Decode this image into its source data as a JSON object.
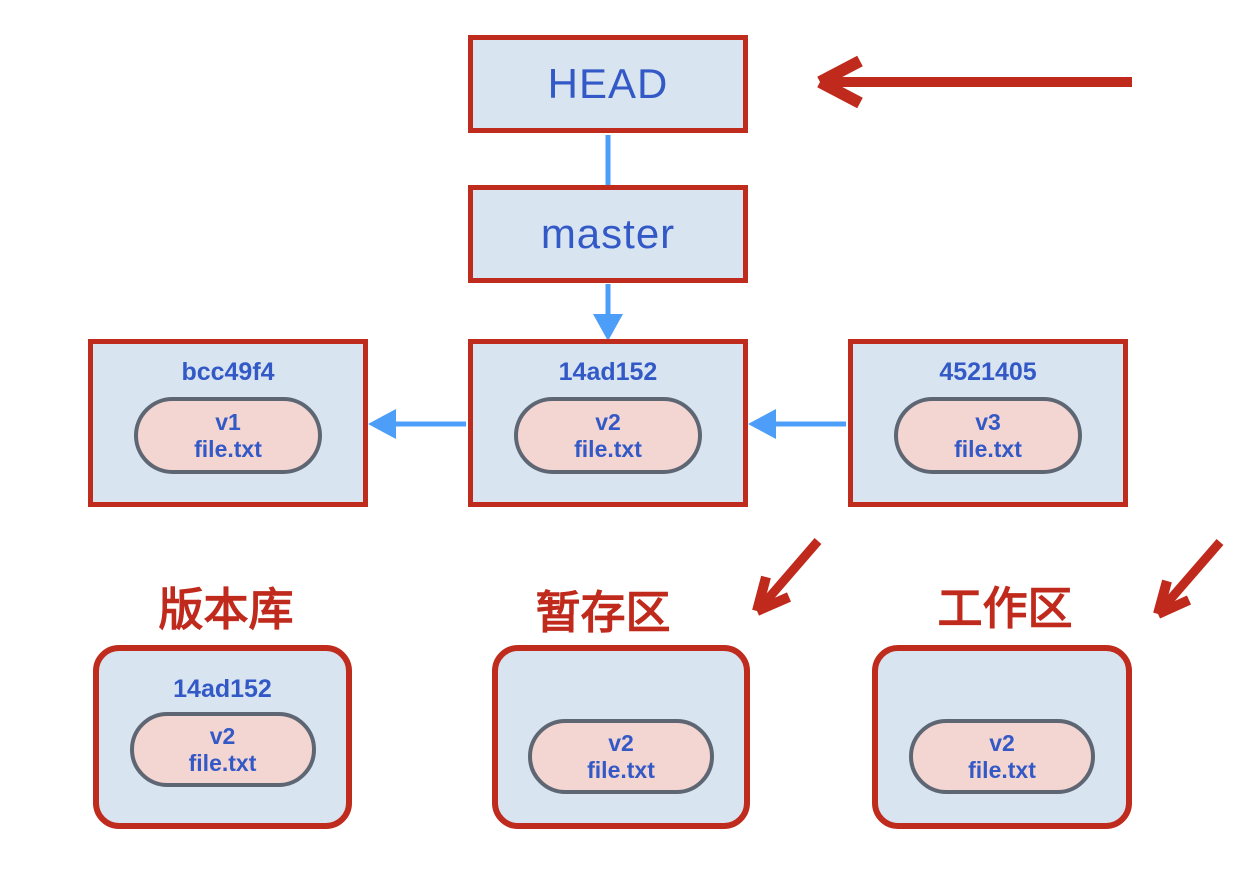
{
  "colors": {
    "box_fill": "#d9e4f1",
    "box_border": "#bf2b1d",
    "pill_fill": "#f3d5d1",
    "pill_border": "#5e6673",
    "text_blue": "#3359c7",
    "arrow_blue": "#4d9ef8",
    "arrow_red": "#c02a1d"
  },
  "nodes": {
    "head_label": "HEAD",
    "master_label": "master"
  },
  "commits": [
    {
      "hash": "bcc49f4",
      "version": "v1",
      "file": "file.txt"
    },
    {
      "hash": "14ad152",
      "version": "v2",
      "file": "file.txt"
    },
    {
      "hash": "4521405",
      "version": "v3",
      "file": "file.txt"
    }
  ],
  "areas": [
    {
      "label": "版本库",
      "hash": "14ad152",
      "version": "v2",
      "file": "file.txt"
    },
    {
      "label": "暂存区",
      "version": "v2",
      "file": "file.txt"
    },
    {
      "label": "工作区",
      "version": "v2",
      "file": "file.txt"
    }
  ]
}
